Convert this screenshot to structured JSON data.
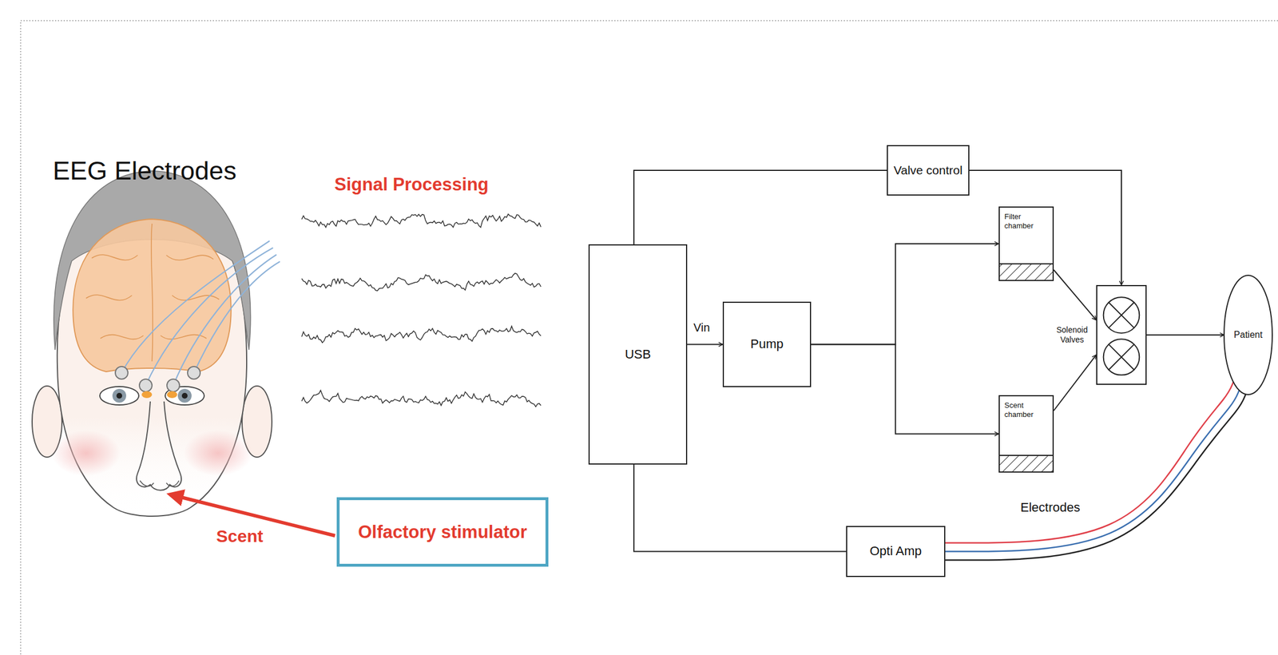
{
  "diagram": {
    "nodes": [
      {
        "text": [
          "Olfactory stimulator"
        ]
      },
      {
        "text": [
          "USB"
        ]
      },
      {
        "text": [
          "Pump"
        ]
      },
      {
        "text": [
          "Valve control"
        ]
      },
      {
        "text": [
          "Filter chamber"
        ]
      },
      {
        "text": [
          "Scent chamber"
        ]
      },
      {
        "text": [
          "Solenoid Valves"
        ]
      },
      {
        "text": [
          "Patient"
        ]
      },
      {
        "text": [
          "Opti Amp"
        ]
      }
    ],
    "edges": [
      {
        "from": 1,
        "to": 3,
        "arrow": "none"
      },
      {
        "from": 3,
        "to": 6,
        "arrow": "to"
      },
      {
        "from": 1,
        "to": 2,
        "label": "Vin",
        "arrow": "to"
      },
      {
        "from": 2,
        "to": 4,
        "arrow": "to"
      },
      {
        "from": 2,
        "to": 5,
        "arrow": "to"
      },
      {
        "from": 4,
        "to": 6,
        "arrow": "to"
      },
      {
        "from": 5,
        "to": 6,
        "arrow": "to"
      },
      {
        "from": 6,
        "to": 7,
        "arrow": "to"
      },
      {
        "from": 1,
        "to": 8,
        "arrow": "none"
      },
      {
        "from": 8,
        "to": 7,
        "label": "Electrodes",
        "arrow": "none"
      }
    ],
    "labels": [
      "EEG Electrodes",
      "Signal Processing",
      "Scent"
    ]
  }
}
